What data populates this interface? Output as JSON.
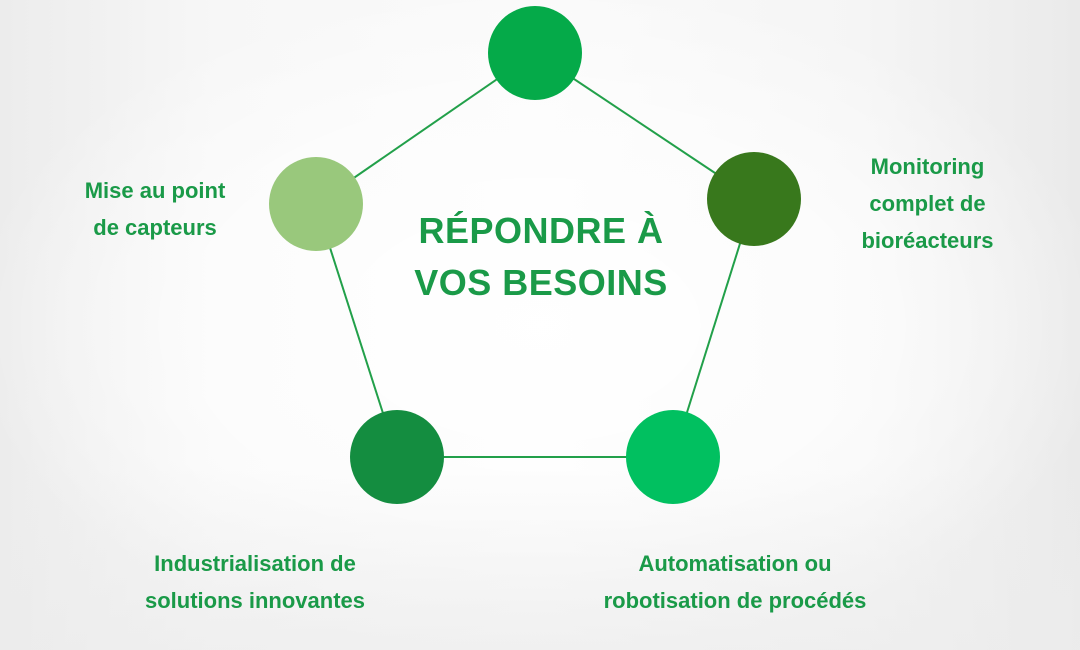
{
  "diagram": {
    "title_lines": [
      "RÉPONDRE À",
      "VOS BESOINS"
    ],
    "accent_color": "#1a9a48",
    "line_color": "#22a04a",
    "nodes": [
      {
        "id": "top",
        "color": "#05aa49",
        "label_lines": []
      },
      {
        "id": "right",
        "color": "#38781c",
        "label_lines": [
          "Monitoring",
          "complet de",
          "bioréacteurs"
        ]
      },
      {
        "id": "bottom-right",
        "color": "#01c060",
        "label_lines": [
          "Automatisation ou",
          "robotisation de procédés"
        ]
      },
      {
        "id": "bottom-left",
        "color": "#148d40",
        "label_lines": [
          "Industrialisation de",
          "solutions innovantes"
        ]
      },
      {
        "id": "left",
        "color": "#99c87c",
        "label_lines": [
          "Mise au point",
          "de capteurs"
        ]
      }
    ]
  }
}
